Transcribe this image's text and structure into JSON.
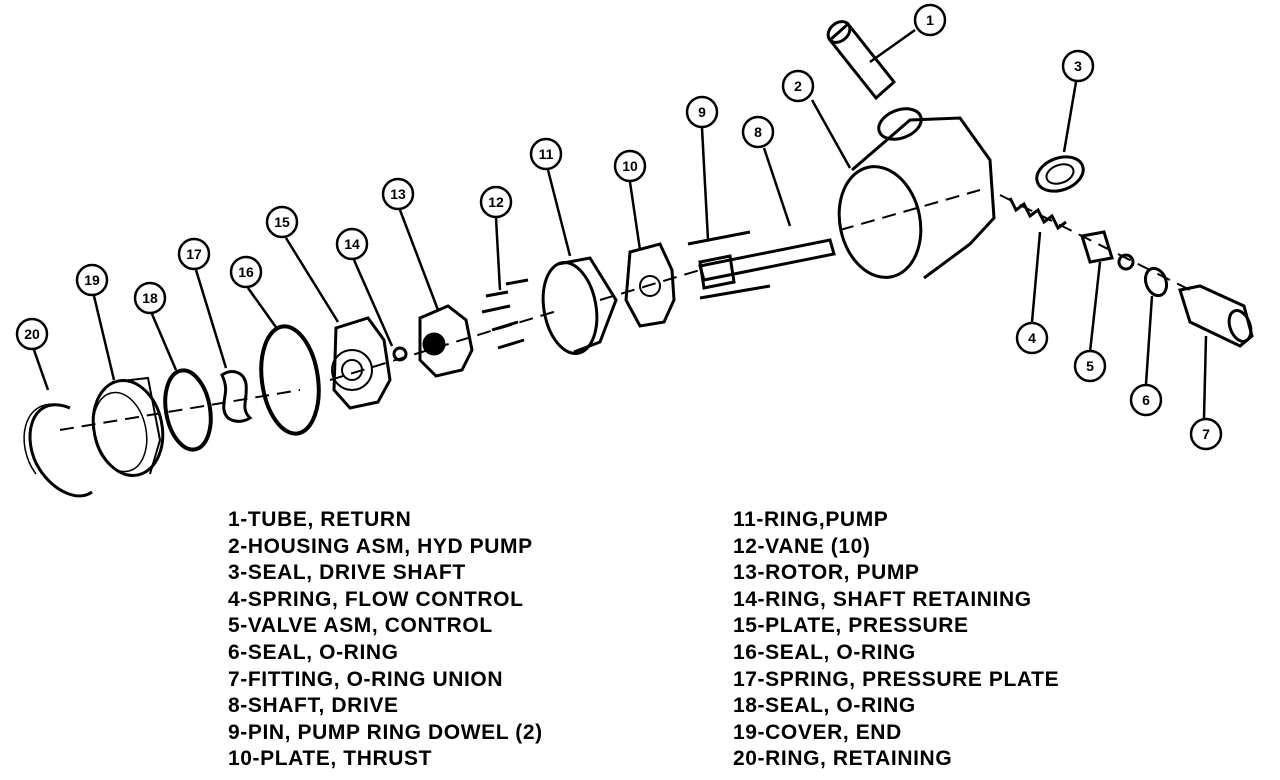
{
  "callouts": [
    "1",
    "2",
    "3",
    "4",
    "5",
    "6",
    "7",
    "8",
    "9",
    "10",
    "11",
    "12",
    "13",
    "14",
    "15",
    "16",
    "17",
    "18",
    "19",
    "20"
  ],
  "legend": {
    "left": [
      "1-TUBE, RETURN",
      "2-HOUSING ASM, HYD PUMP",
      "3-SEAL, DRIVE SHAFT",
      "4-SPRING, FLOW CONTROL",
      "5-VALVE ASM, CONTROL",
      "6-SEAL, O-RING",
      "7-FITTING, O-RING UNION",
      "8-SHAFT, DRIVE",
      "9-PIN, PUMP RING DOWEL (2)",
      "10-PLATE, THRUST"
    ],
    "right": [
      "11-RING,PUMP",
      "12-VANE (10)",
      "13-ROTOR, PUMP",
      "14-RING, SHAFT RETAINING",
      "15-PLATE, PRESSURE",
      "16-SEAL, O-RING",
      "17-SPRING, PRESSURE PLATE",
      "18-SEAL, O-RING",
      "19-COVER, END",
      "20-RING, RETAINING"
    ]
  }
}
